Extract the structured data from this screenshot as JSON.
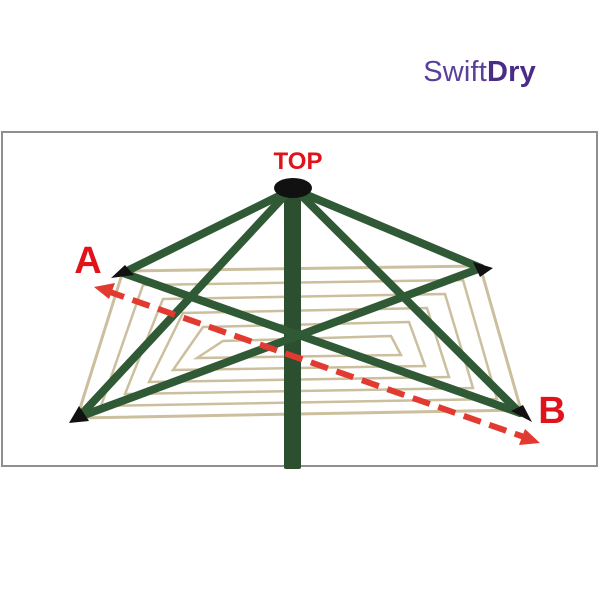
{
  "brand": {
    "prefix": "Swift",
    "suffix": "Dry"
  },
  "colors": {
    "brand_prefix": "#5b3f9a",
    "brand_suffix": "#4a2c86",
    "frame_green": "#2f5a35",
    "pole_green": "#2b4f2f",
    "line_beige": "#cbbf9e",
    "label_red": "#e0131b",
    "arrow_red": "#e23a31",
    "cap_black": "#111111",
    "panel_border": "#8f8f8f"
  },
  "diagram": {
    "top_label": "TOP",
    "point_a_label": "A",
    "point_b_label": "B"
  }
}
